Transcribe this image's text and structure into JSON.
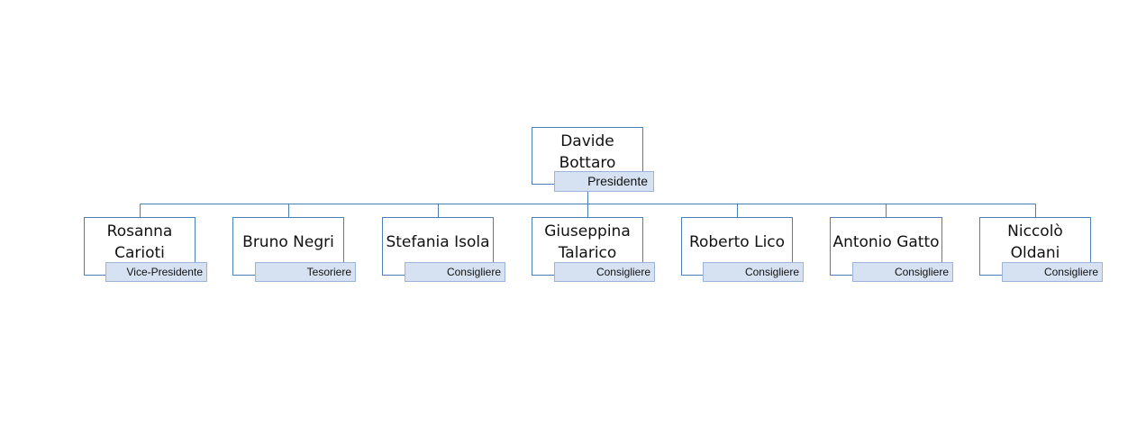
{
  "org_chart": {
    "root": {
      "name_lines": [
        "Davide",
        "Bottaro"
      ],
      "role": "Presidente"
    },
    "members": [
      {
        "name_lines": [
          "Rosanna",
          "Carioti"
        ],
        "role": "Vice-Presidente"
      },
      {
        "name_lines": [
          "Bruno Negri"
        ],
        "role": "Tesoriere"
      },
      {
        "name_lines": [
          "Stefania Isola"
        ],
        "role": "Consigliere"
      },
      {
        "name_lines": [
          "Giuseppina",
          "Talarico"
        ],
        "role": "Consigliere"
      },
      {
        "name_lines": [
          "Roberto Lico"
        ],
        "role": "Consigliere"
      },
      {
        "name_lines": [
          "Antonio Gatto"
        ],
        "role": "Consigliere"
      },
      {
        "name_lines": [
          "Niccolò",
          "Oldani"
        ],
        "role": "Consigliere"
      }
    ]
  },
  "colors": {
    "line": "#4a7eb5",
    "role_fill": "#d6e2f2",
    "role_border": "#9ab5d9"
  }
}
